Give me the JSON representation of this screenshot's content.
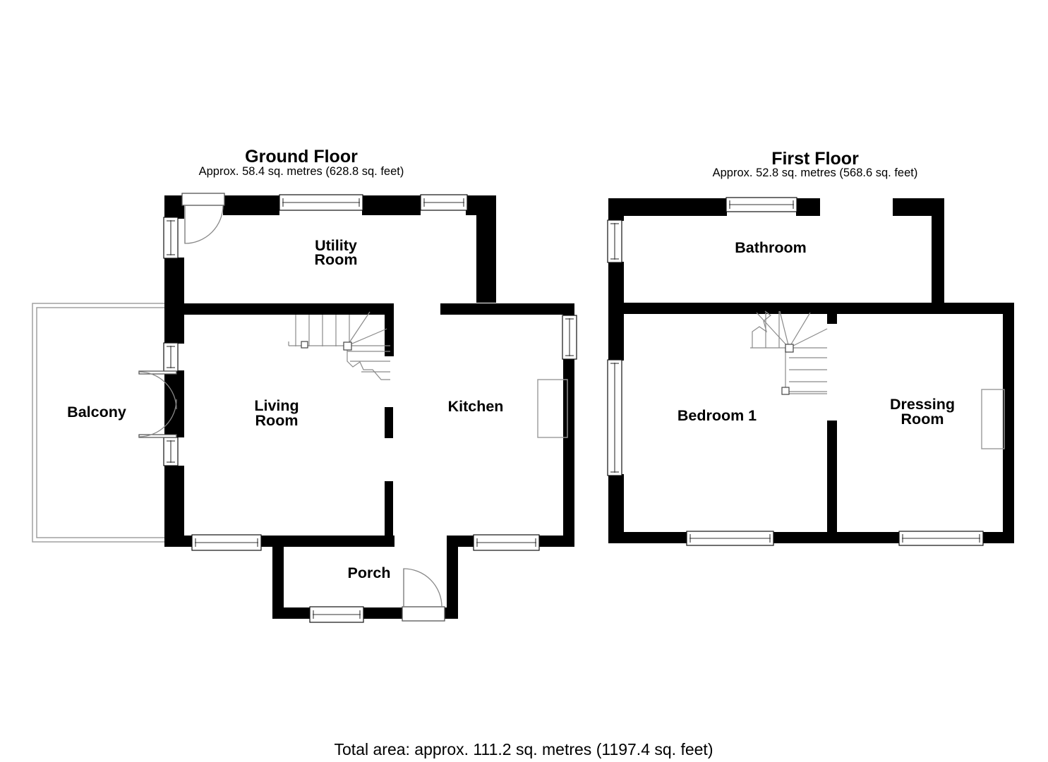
{
  "document": {
    "type": "floor-plan",
    "background_color": "#ffffff",
    "ink_color": "#000000"
  },
  "floors": [
    {
      "id": "ground",
      "title": "Ground Floor",
      "subtitle": "Approx. 58.4 sq. metres (628.8 sq. feet)",
      "area_sq_metres": "58.4",
      "area_sq_feet": "628.8",
      "rooms": [
        {
          "id": "utility-room",
          "label": "Utility\nRoom",
          "line1": "Utility",
          "line2": "Room"
        },
        {
          "id": "balcony",
          "label": "Balcony",
          "line1": "Balcony",
          "line2": ""
        },
        {
          "id": "living-room",
          "label": "Living\nRoom",
          "line1": "Living",
          "line2": "Room"
        },
        {
          "id": "kitchen",
          "label": "Kitchen",
          "line1": "Kitchen",
          "line2": ""
        },
        {
          "id": "porch",
          "label": "Porch",
          "line1": "Porch",
          "line2": ""
        }
      ]
    },
    {
      "id": "first",
      "title": "First Floor",
      "subtitle": "Approx. 52.8 sq. metres (568.6 sq. feet)",
      "area_sq_metres": "52.8",
      "area_sq_feet": "568.6",
      "rooms": [
        {
          "id": "bathroom",
          "label": "Bathroom",
          "line1": "Bathroom",
          "line2": ""
        },
        {
          "id": "bedroom-1",
          "label": "Bedroom 1",
          "line1": "Bedroom 1",
          "line2": ""
        },
        {
          "id": "dressing-room",
          "label": "Dressing\nRoom",
          "line1": "Dressing",
          "line2": "Room"
        }
      ]
    }
  ],
  "footer": {
    "total_area": "Total area: approx. 111.2 sq. metres (1197.4 sq. feet)",
    "total_sq_metres": "111.2",
    "total_sq_feet": "1197.4"
  },
  "features": {
    "windows_count": 12,
    "doors_count": 4,
    "staircases": 2,
    "icon_names": [
      "window-symbol",
      "door-swing-symbol",
      "staircase-symbol",
      "wardrobe-outline",
      "counter-outline"
    ]
  }
}
